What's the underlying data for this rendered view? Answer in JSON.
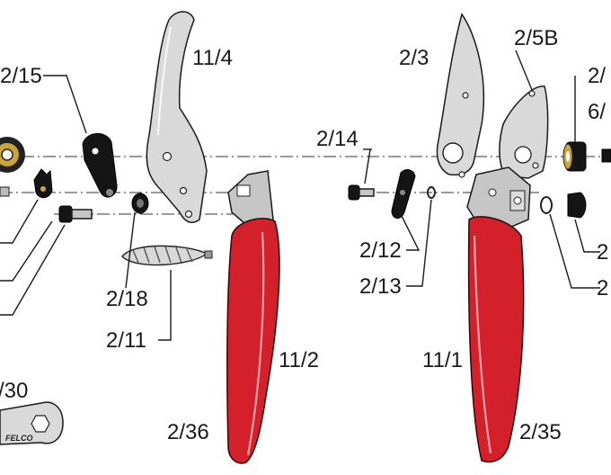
{
  "labels": {
    "p_2_15": "2/15",
    "p_11_4": "11/4",
    "p_2_3": "2/3",
    "p_2_5b": "2/5B",
    "p_2_cut_top": "2/",
    "p_6_cut": "6/",
    "p_2_14": "2/14",
    "p_2_12": "2/12",
    "p_2_13": "2/13",
    "p_2_18": "2/18",
    "p_2_11": "2/11",
    "p_11_2": "11/2",
    "p_11_1": "11/1",
    "p_2_36": "2/36",
    "p_2_35": "2/35",
    "p_30_cut": "/30",
    "p_2_cut_mid": "2",
    "p_2_cut_low": "2"
  },
  "wrench_brand": "FELCO",
  "colors": {
    "handle_red": "#d3202b",
    "metal": "#d9d9d9",
    "part_black": "#151515"
  }
}
